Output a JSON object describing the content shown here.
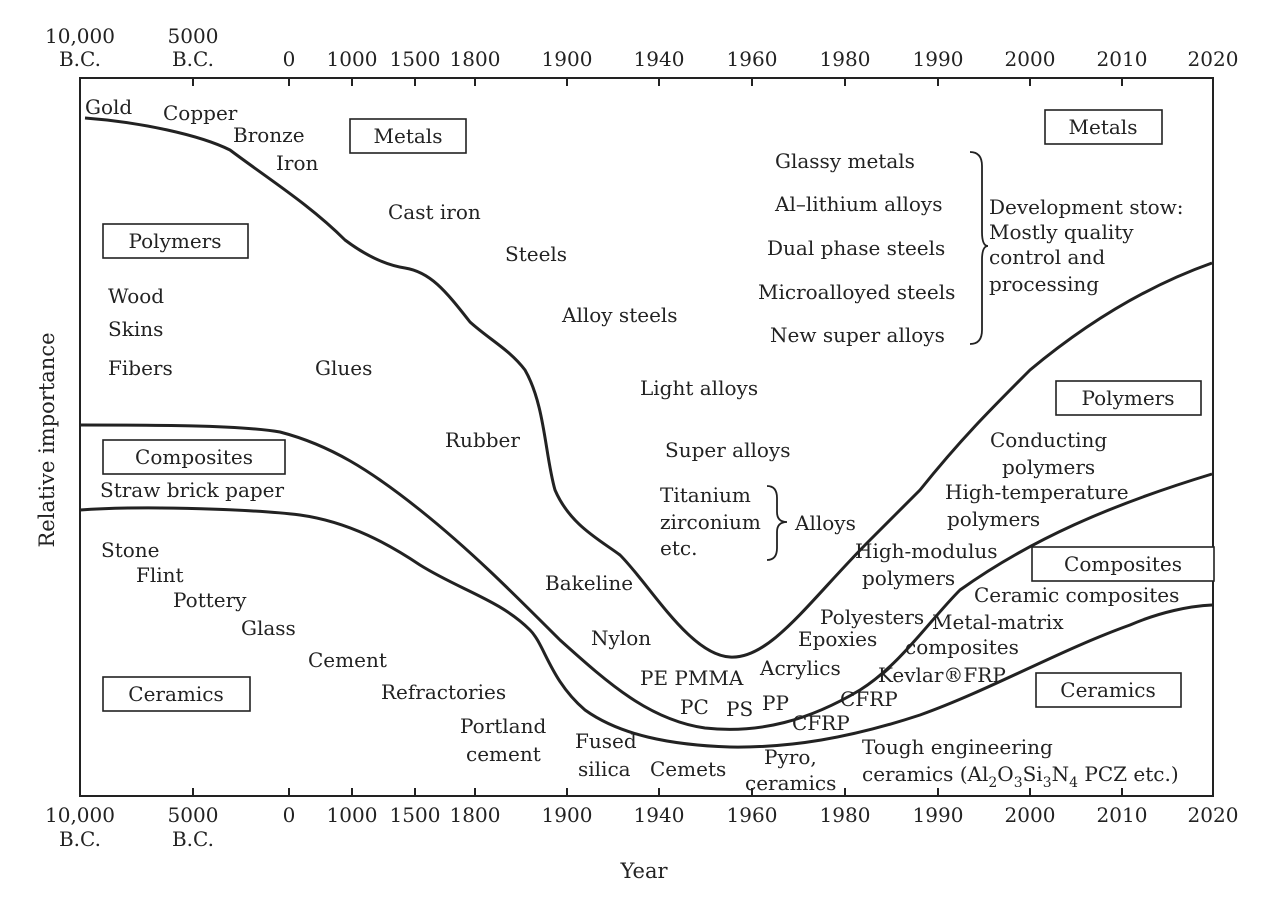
{
  "axes": {
    "y_label": "Relative importance",
    "x_label": "Year",
    "ticks": [
      {
        "top": [
          "10,000",
          "B.C."
        ],
        "bottom": [
          "10,000",
          "B.C."
        ]
      },
      {
        "top": [
          "5000",
          "B.C."
        ],
        "bottom": [
          "5000",
          "B.C."
        ]
      },
      {
        "top": [
          "0"
        ],
        "bottom": [
          "0"
        ]
      },
      {
        "top": [
          "1000"
        ],
        "bottom": [
          "1000"
        ]
      },
      {
        "top": [
          "1500"
        ],
        "bottom": [
          "1500"
        ]
      },
      {
        "top": [
          "1800"
        ],
        "bottom": [
          "1800"
        ]
      },
      {
        "top": [
          "1900"
        ],
        "bottom": [
          "1900"
        ]
      },
      {
        "top": [
          "1940"
        ],
        "bottom": [
          "1940"
        ]
      },
      {
        "top": [
          "1960"
        ],
        "bottom": [
          "1960"
        ]
      },
      {
        "top": [
          "1980"
        ],
        "bottom": [
          "1980"
        ]
      },
      {
        "top": [
          "1990"
        ],
        "bottom": [
          "1990"
        ]
      },
      {
        "top": [
          "2000"
        ],
        "bottom": [
          "2000"
        ]
      },
      {
        "top": [
          "2010"
        ],
        "bottom": [
          "2010"
        ]
      },
      {
        "top": [
          "2020"
        ],
        "bottom": [
          "2020"
        ]
      }
    ]
  },
  "category_boxes": {
    "metals_left": "Metals",
    "polymers_left": "Polymers",
    "composites_left": "Composites",
    "ceramics_left": "Ceramics",
    "metals_right": "Metals",
    "polymers_right": "Polymers",
    "composites_right": "Composites",
    "ceramics_right": "Ceramics"
  },
  "labels": {
    "gold": "Gold",
    "copper": "Copper",
    "bronze": "Bronze",
    "iron": "Iron",
    "cast_iron": "Cast iron",
    "steels": "Steels",
    "alloy_steels": "Alloy steels",
    "light_alloys": "Light alloys",
    "super_alloys": "Super alloys",
    "titanium": "Titanium",
    "zirconium": "zirconium",
    "etc": "etc.",
    "alloys": "Alloys",
    "glassy_metals": "Glassy metals",
    "al_lithium": "Al–lithium alloys",
    "dual_phase": "Dual phase steels",
    "microalloyed": "Microalloyed steels",
    "new_super": "New super alloys",
    "dev_slow_1": "Development stow:",
    "dev_slow_2": "Mostly quality",
    "dev_slow_3": "control and",
    "dev_slow_4": "processing",
    "wood": "Wood",
    "skins": "Skins",
    "fibers": "Fibers",
    "glues": "Glues",
    "rubber": "Rubber",
    "straw": "Straw brick paper",
    "stone": "Stone",
    "flint": "Flint",
    "pottery": "Pottery",
    "glass": "Glass",
    "cement": "Cement",
    "refractories": "Refractories",
    "portland_1": "Portland",
    "portland_2": "cement",
    "fused_1": "Fused",
    "fused_2": "silica",
    "cemets": "Cemets",
    "pyro_1": "Pyro,",
    "pyro_2": "ceramics",
    "bakeline": "Bakeline",
    "nylon": "Nylon",
    "pe_pmma": "PE PMMA",
    "pc": "PC",
    "ps": "PS",
    "pp": "PP",
    "acrylics": "Acrylics",
    "epoxies": "Epoxies",
    "polyesters": "Polyesters",
    "cfrp_1": "CFRP",
    "cfrp_2": "CFRP",
    "kevlar": "Kevlar®FRP",
    "metal_matrix_1": "Metal-matrix",
    "metal_matrix_2": "composites",
    "ceramic_composites": "Ceramic composites",
    "high_modulus_1": "High-modulus",
    "high_modulus_2": "polymers",
    "high_temp_1": "High-temperature",
    "high_temp_2": "polymers",
    "conducting_1": "Conducting",
    "conducting_2": "polymers",
    "tough_1": "Tough engineering",
    "tough_2_prefix": "ceramics (Al",
    "tough_sub1": "2",
    "tough_o": "O",
    "tough_sub2": "3",
    "tough_si": "Si",
    "tough_sub3": "3",
    "tough_n": "N",
    "tough_sub4": "4",
    "tough_suffix": " PCZ etc.)"
  }
}
